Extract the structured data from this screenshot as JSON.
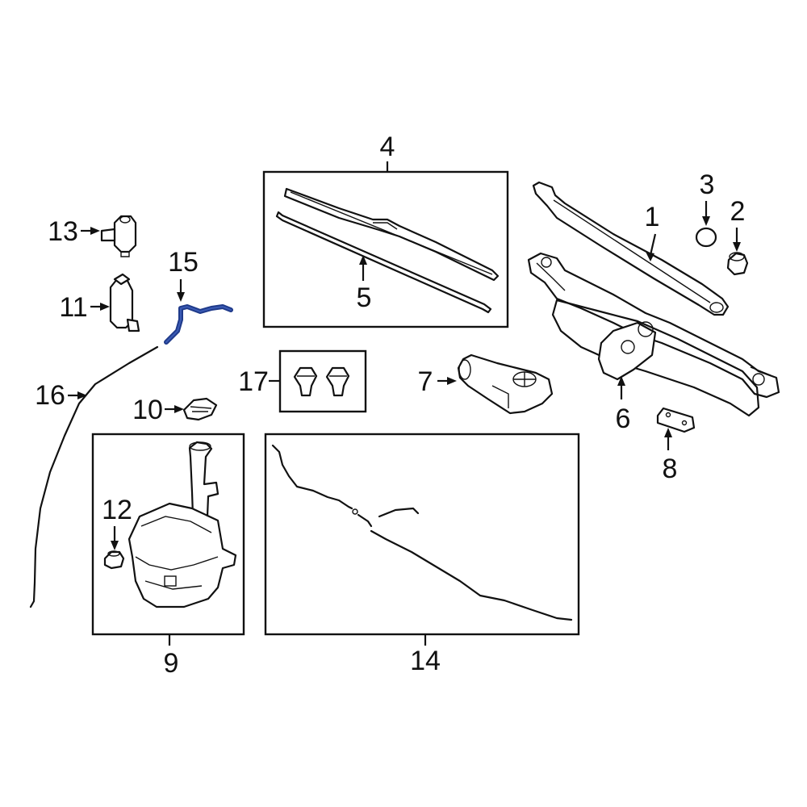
{
  "diagram": {
    "highlight_color": "#1f3a8a",
    "callouts": {
      "c1": "1",
      "c2": "2",
      "c3": "3",
      "c4": "4",
      "c5": "5",
      "c6": "6",
      "c7": "7",
      "c8": "8",
      "c9": "9",
      "c10": "10",
      "c11": "11",
      "c12": "12",
      "c13": "13",
      "c14": "14",
      "c15": "15",
      "c16": "16",
      "c17": "17"
    }
  }
}
